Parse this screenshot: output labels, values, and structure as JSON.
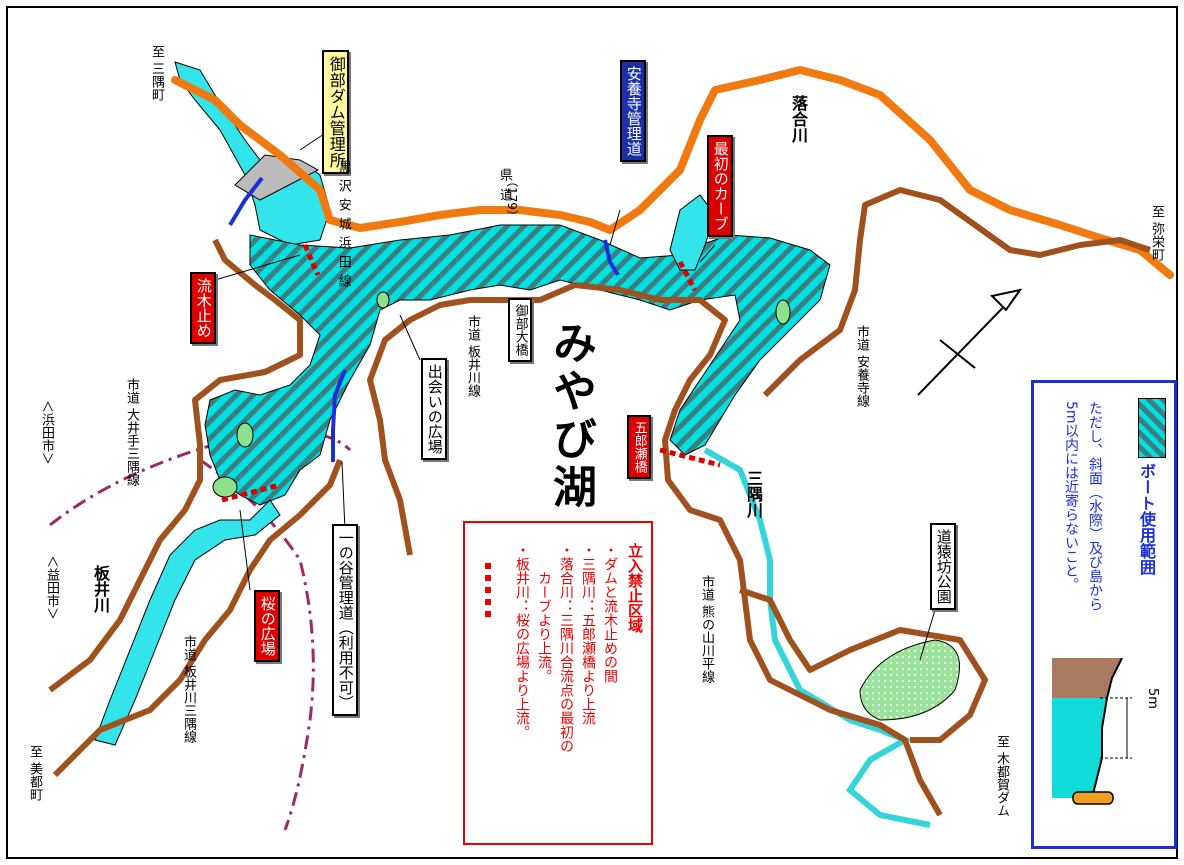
{
  "map": {
    "title": "みやび湖",
    "places": {
      "dam_office": "御部ダム管理所",
      "anyoji_road": "安養寺管理道",
      "first_curve": "最初のカーブ",
      "ryuboku": "流木止め",
      "goro_bridge": "五郎瀬橋",
      "sakura": "桜の広場",
      "ichinotani": "一の谷管理道（利用不可）",
      "deai": "出会いの広場",
      "onbe_bridge": "御部大橋",
      "dosaibou": "道猿坊公園"
    },
    "rivers": {
      "ochiai": "落合川",
      "misumi": "三隅川",
      "itai": "板井川"
    },
    "roads": {
      "kendo_top": "県",
      "kendo_line2": "道",
      "kendo_num": "（179）",
      "kendo_name": "黒沢安城浜田線",
      "anyoji_line": "市道 安養寺線",
      "itaigawa": "市道 板井川線",
      "oite": "市道 大井手三隅線",
      "itai_misumi": "市道 板井川三隅線",
      "kuma": "市道 熊の山川平線"
    },
    "directions": {
      "misumi_town": "至 三隅町",
      "yasaka_town": "至 弥栄町",
      "mitsuga_dam": "至 木都賀ダム",
      "mino_town": "至 美都町",
      "hamada_city": "＜浜田市＞",
      "masuda_city": "＜益田市＞"
    }
  },
  "restricted": {
    "title": "立入禁止区域",
    "lines": [
      "・ダムと流木止めの間",
      "・三隅川：五郎瀬橋より上流",
      "・落合川：三隅川合流点の最初の",
      "　　カーブより上流。",
      "・板井川：桜の広場より上流。"
    ]
  },
  "legend": {
    "title": "ボート使用範囲",
    "note_line1": "ただし、斜面（水際）及び島から",
    "note_line2": "5m以内には近寄らないこと。",
    "dim": "5m"
  },
  "colors": {
    "water": "#00e5e5",
    "hatch": "#3a8f8f",
    "road_orange": "#f07a10",
    "road_brown": "#a0521e",
    "manage_road": "#1a2fd8",
    "red": "#dd0000",
    "boundary": "#9b2a6a",
    "park": "#8de08d"
  }
}
